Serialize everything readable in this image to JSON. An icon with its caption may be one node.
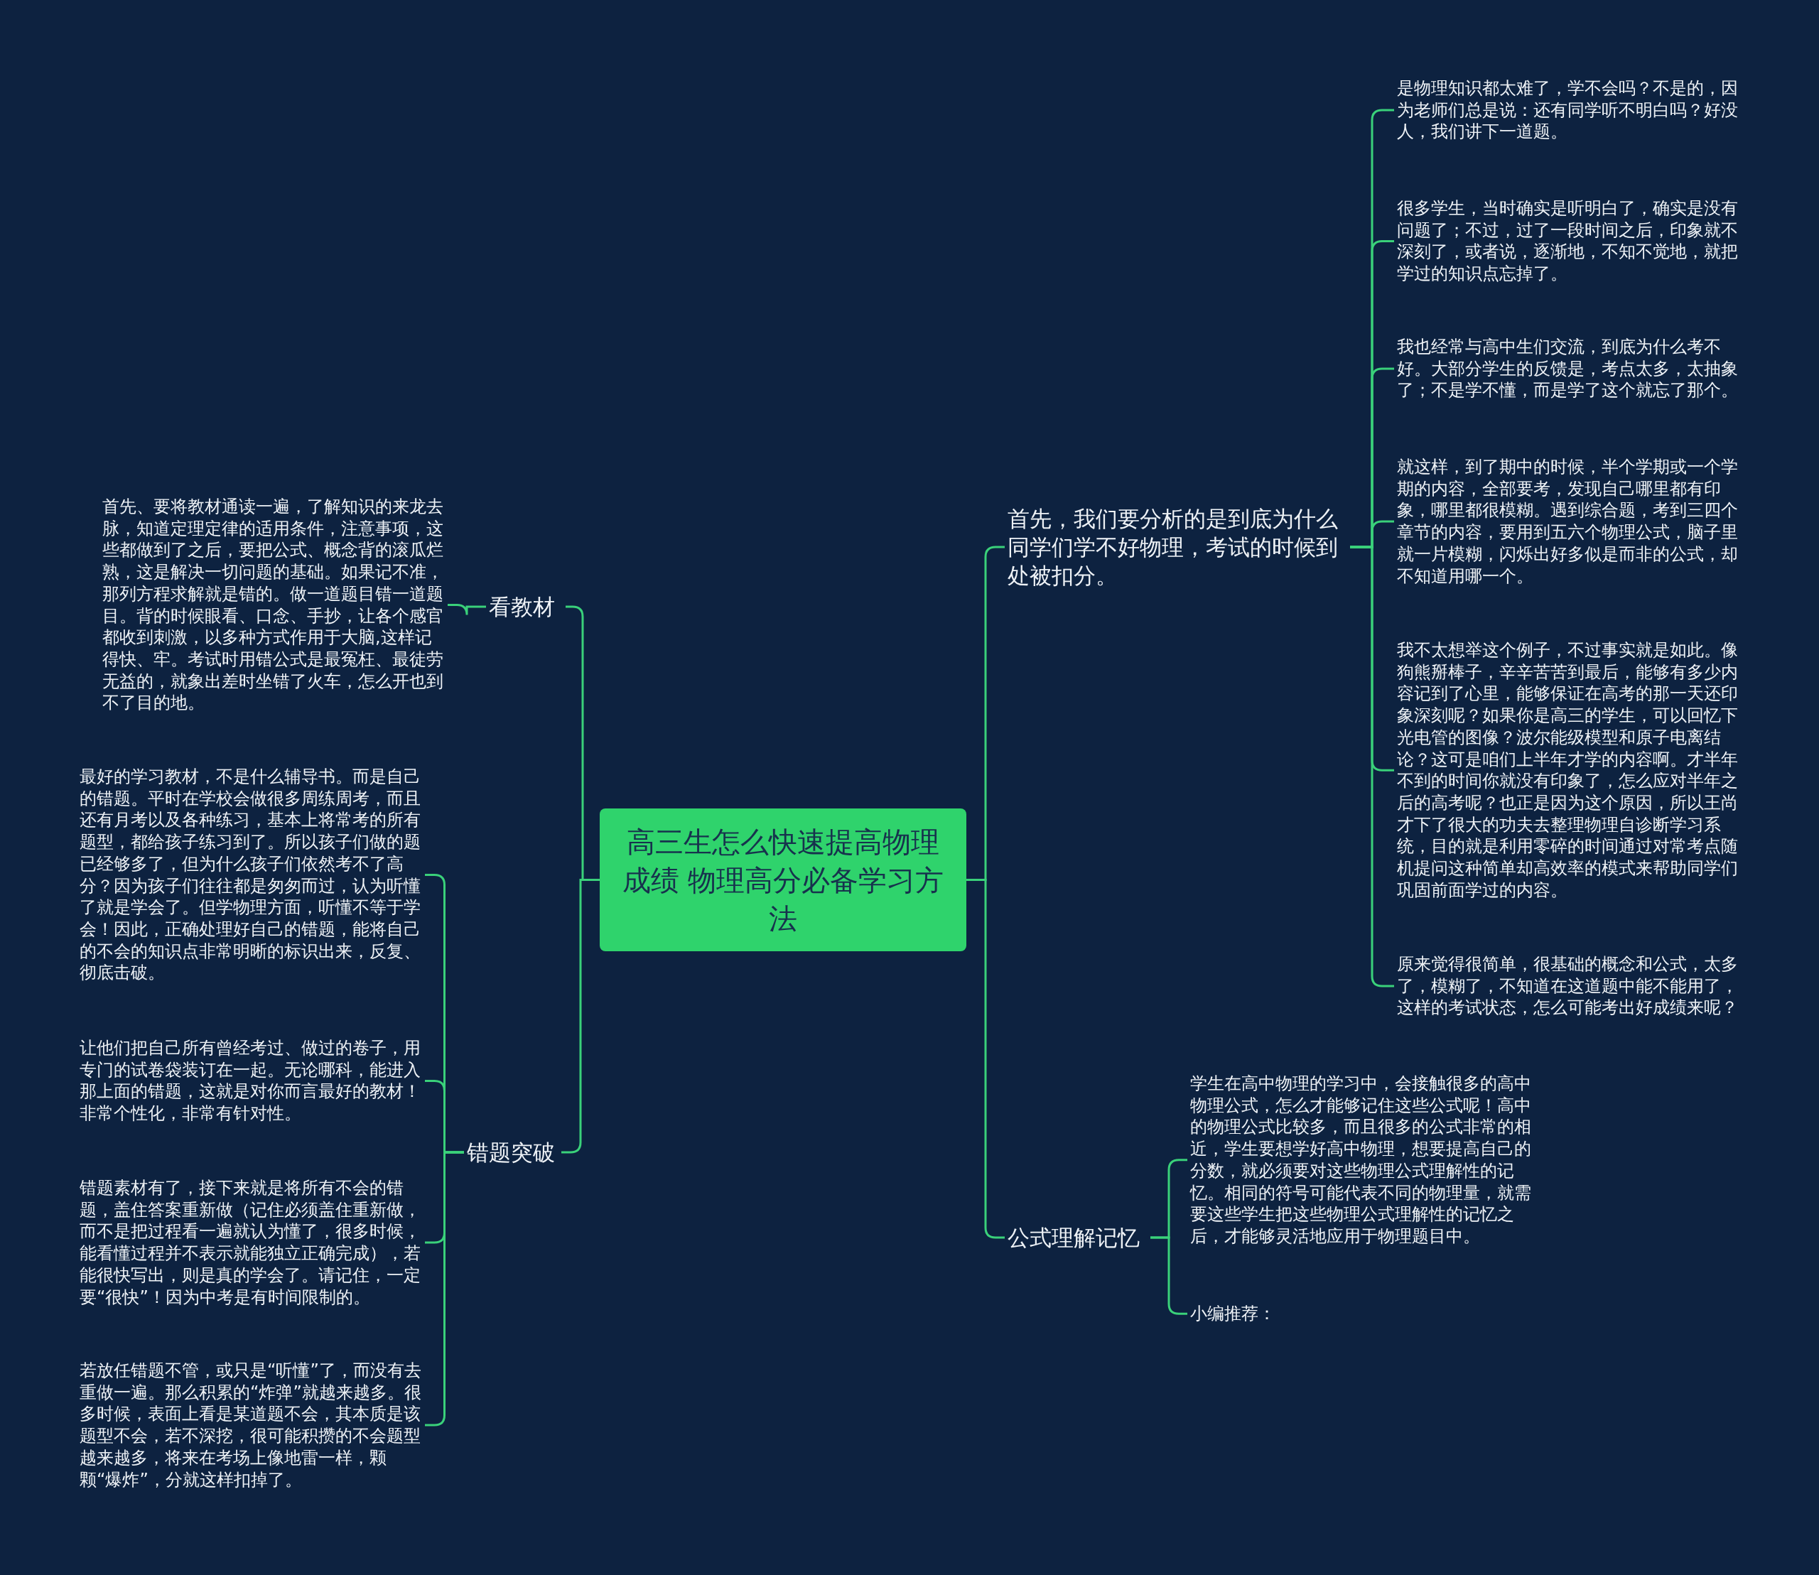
{
  "diagram": {
    "nodes": [
      {
        "text": [
          "高三生怎么快速提高物理成绩 物理高分必备学习方法"
        ]
      },
      {
        "text": [
          "看教材"
        ]
      },
      {
        "text": [
          "首先、要将教材通读一遍，了解知识的来龙去脉，知道定理定律的适用条件，注意事项，这些都做到了之后，要把公式、概念背的滚瓜烂熟，这是解决一切问题的基础。如果记不准，那列方程求解就是错的。做一道题目错一道题目。背的时候眼看、口念、手抄，让各个感官都收到刺激，以多种方式作用于大脑,这样记得快、牢。考试时用错公式是最冤枉、最徒劳无益的，就象出差时坐错了火车，怎么开也到不了目的地。"
        ]
      },
      {
        "text": [
          "错题突破"
        ]
      },
      {
        "text": [
          "最好的学习教材，不是什么辅导书。而是自己的错题。平时在学校会做很多周练周考，而且还有月考以及各种练习，基本上将常考的所有题型，都给孩子练习到了。所以孩子们做的题已经够多了，但为什么孩子们依然考不了高分？因为孩子们往往都是匆匆而过，认为听懂了就是学会了。但学物理方面，听懂不等于学会！因此，正确处理好自己的错题，能将自己的不会的知识点非常明晰的标识出来，反复、彻底击破。"
        ]
      },
      {
        "text": [
          "让他们把自己所有曾经考过、做过的卷子，用专门的试卷袋装订在一起。无论哪科，能进入那上面的错题，这就是对你而言最好的教材！非常个性化，非常有针对性。"
        ]
      },
      {
        "text": [
          "错题素材有了，接下来就是将所有不会的错题，盖住答案重新做（记住必须盖住重新做，而不是把过程看一遍就认为懂了，很多时候，能看懂过程并不表示就能独立正确完成），若能很快写出，则是真的学会了。请记住，一定要“很快”！因为中考是有时间限制的。"
        ]
      },
      {
        "text": [
          "若放任错题不管，或只是“听懂”了，而没有去重做一遍。那么积累的“炸弹”就越来越多。很多时候，表面上看是某道题不会，其本质是该题型不会，若不深挖，很可能积攒的不会题型越来越多，将来在考场上像地雷一样，颗颗“爆炸”，分就这样扣掉了。"
        ]
      },
      {
        "text": [
          "首先，我们要分析的是到底为什么同学们学不好物理，考试的时候到处被扣分。"
        ]
      },
      {
        "text": [
          "是物理知识都太难了，学不会吗？不是的，因为老师们总是说：还有同学听不明白吗？好没人，我们讲下一道题。"
        ]
      },
      {
        "text": [
          "很多学生，当时确实是听明白了，确实是没有问题了；不过，过了一段时间之后，印象就不深刻了，或者说，逐渐地，不知不觉地，就把学过的知识点忘掉了。"
        ]
      },
      {
        "text": [
          "我也经常与高中生们交流，到底为什么考不好。大部分学生的反馈是，考点太多，太抽象了；不是学不懂，而是学了这个就忘了那个。"
        ]
      },
      {
        "text": [
          "就这样，到了期中的时候，半个学期或一个学期的内容，全部要考，发现自己哪里都有印象，哪里都很模糊。遇到综合题，考到三四个章节的内容，要用到五六个物理公式，脑子里就一片模糊，闪烁出好多似是而非的公式，却不知道用哪一个。"
        ]
      },
      {
        "text": [
          "我不太想举这个例子，不过事实就是如此。像狗熊掰棒子，辛辛苦苦到最后，能够有多少内容记到了心里，能够保证在高考的那一天还印象深刻呢？如果你是高三的学生，可以回忆下光电管的图像？波尔能级模型和原子电离结论？这可是咱们上半年才学的内容啊。才半年不到的时间你就没有印象了，怎么应对半年之后的高考呢？也正是因为这个原因，所以王尚才下了很大的功夫去整理物理自诊断学习系统，目的就是利用零碎的时间通过对常考点随机提问这种简单却高效率的模式来帮助同学们巩固前面学过的内容。"
        ]
      },
      {
        "text": [
          "原来觉得很简单，很基础的概念和公式，太多了，模糊了，不知道在这道题中能不能用了，这样的考试状态，怎么可能考出好成绩来呢？"
        ]
      },
      {
        "text": [
          "公式理解记忆"
        ]
      },
      {
        "text": [
          "学生在高中物理的学习中，会接触很多的高中物理公式，怎么才能够记住这些公式呢！高中的物理公式比较多，而且很多的公式非常的相近，学生要想学好高中物理，想要提高自己的分数，就必须要对这些物理公式理解性的记忆。相同的符号可能代表不同的物理量，就需要这些学生把这些物理公式理解性的记忆之后，才能够灵活地应用于物理题目中。"
        ]
      },
      {
        "text": [
          "小编推荐："
        ]
      }
    ],
    "edges": [
      {
        "from": 0,
        "to": 1,
        "arrow": "none"
      },
      {
        "from": 1,
        "to": 2,
        "arrow": "none"
      },
      {
        "from": 0,
        "to": 3,
        "arrow": "none"
      },
      {
        "from": 3,
        "to": 4,
        "arrow": "none"
      },
      {
        "from": 3,
        "to": 5,
        "arrow": "none"
      },
      {
        "from": 3,
        "to": 6,
        "arrow": "none"
      },
      {
        "from": 3,
        "to": 7,
        "arrow": "none"
      },
      {
        "from": 0,
        "to": 8,
        "arrow": "none"
      },
      {
        "from": 8,
        "to": 9,
        "arrow": "none"
      },
      {
        "from": 8,
        "to": 10,
        "arrow": "none"
      },
      {
        "from": 8,
        "to": 11,
        "arrow": "none"
      },
      {
        "from": 8,
        "to": 12,
        "arrow": "none"
      },
      {
        "from": 8,
        "to": 13,
        "arrow": "none"
      },
      {
        "from": 8,
        "to": 14,
        "arrow": "none"
      },
      {
        "from": 0,
        "to": 15,
        "arrow": "none"
      },
      {
        "from": 15,
        "to": 16,
        "arrow": "none"
      },
      {
        "from": 15,
        "to": 17,
        "arrow": "none"
      }
    ]
  }
}
